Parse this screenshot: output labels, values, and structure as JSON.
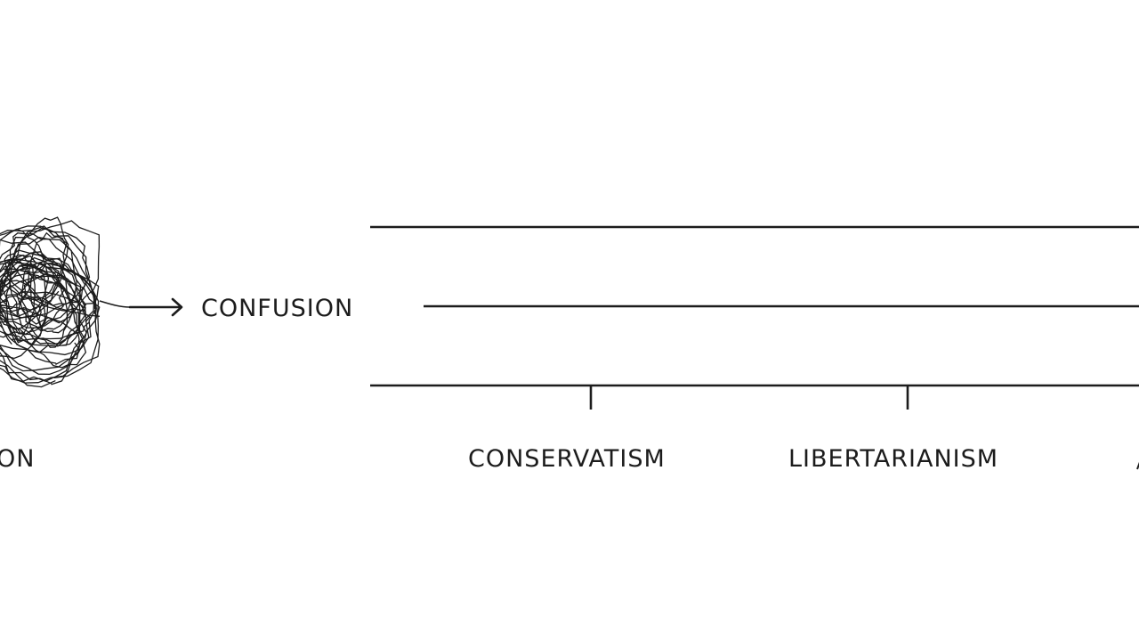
{
  "colors": {
    "background": "#ffffff",
    "ink": "#1c1c1c"
  },
  "scribble": {
    "icon": "tangled-scribble",
    "caption_fragment": "ON"
  },
  "arrow": {
    "icon": "right-arrow"
  },
  "confusion_label": "CONFUSION",
  "spectrum": {
    "labels": [
      "CONSERVATISM",
      "LIBERTARIANISM"
    ]
  }
}
